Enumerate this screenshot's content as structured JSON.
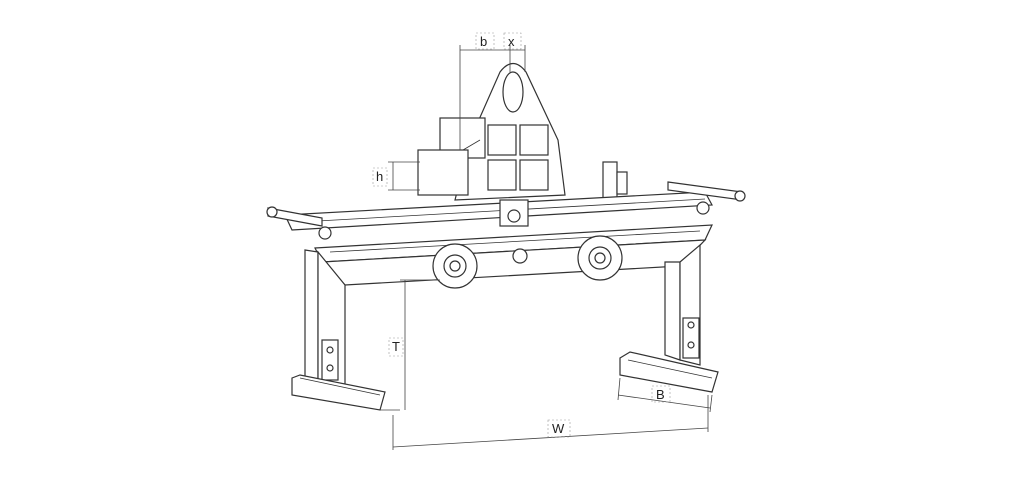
{
  "diagram": {
    "dimension_labels": {
      "b": "b",
      "x": "x",
      "h": "h",
      "T": "T",
      "B": "B",
      "W": "W"
    }
  }
}
